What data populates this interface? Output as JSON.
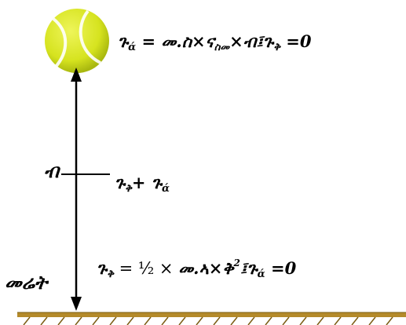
{
  "colors": {
    "ball": "#d6e31f",
    "ball_shade": "#a9b80f",
    "seam": "#ffffff",
    "ground": "#b48a2a",
    "hatch": "#7a5c12",
    "ink": "#000000"
  },
  "labels": {
    "height": "ብ",
    "ground": "መሬት"
  },
  "equations": {
    "top": {
      "lhs": "ጉ",
      "lhs_sub": "ά",
      "eq": " = ",
      "body": "መ.ስ×ና",
      "body_sub": "ስመ",
      "tail": "×ብ፤ጉ",
      "tail_sub": "ቅ",
      "end": " =0"
    },
    "middle": {
      "a": "ጉ",
      "a_sub": "ቅ",
      "plus": "+ ",
      "b": "ጉ",
      "b_sub": "ά"
    },
    "bottom": {
      "lhs": "ጉ",
      "lhs_sub": "ቅ",
      "eq": " = ",
      "half": "½",
      "times": " × ",
      "body": "መ.ኣ×ቅ",
      "pow": "2",
      "tail": "፤ጉ",
      "tail_sub": "ά",
      "end": " =0"
    }
  }
}
